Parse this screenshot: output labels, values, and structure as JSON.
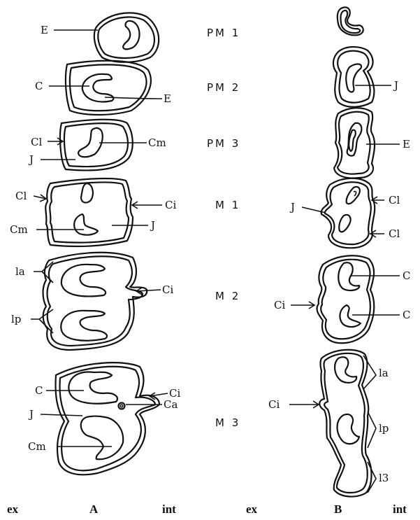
{
  "teeth": [
    "PM 1",
    "PM 2",
    "PM 3",
    "M 1",
    "M 2",
    "M 3"
  ],
  "labels_A": {
    "pm1_E": "E",
    "pm2_C": "C",
    "pm2_E": "E",
    "pm3_Cl": "Cl",
    "pm3_Cm": "Cm",
    "pm3_J": "J",
    "m1_Cl": "Cl",
    "m1_Ci": "Ci",
    "m1_Cm": "Cm",
    "m1_J": "J",
    "m2_la": "la",
    "m2_Ci": "Ci",
    "m2_lp": "lp",
    "m3_C": "C",
    "m3_Ci": "Ci",
    "m3_Ca": "Ca",
    "m3_J": "J",
    "m3_Cm": "Cm"
  },
  "labels_B": {
    "pm2_J": "J",
    "pm3_E": "E",
    "m1_Cl_a": "Cl",
    "m1_J": "J",
    "m1_Cl_b": "Cl",
    "m2_C_a": "C",
    "m2_Ci": "Ci",
    "m2_C_b": "C",
    "m3_la": "la",
    "m3_Ci": "Ci",
    "m3_lp": "lp",
    "m3_l3": "l3"
  },
  "footer": {
    "a_left": "ex",
    "a_mid": "A",
    "a_right": "int",
    "b_left": "ex",
    "b_mid": "B",
    "b_right": "int"
  }
}
